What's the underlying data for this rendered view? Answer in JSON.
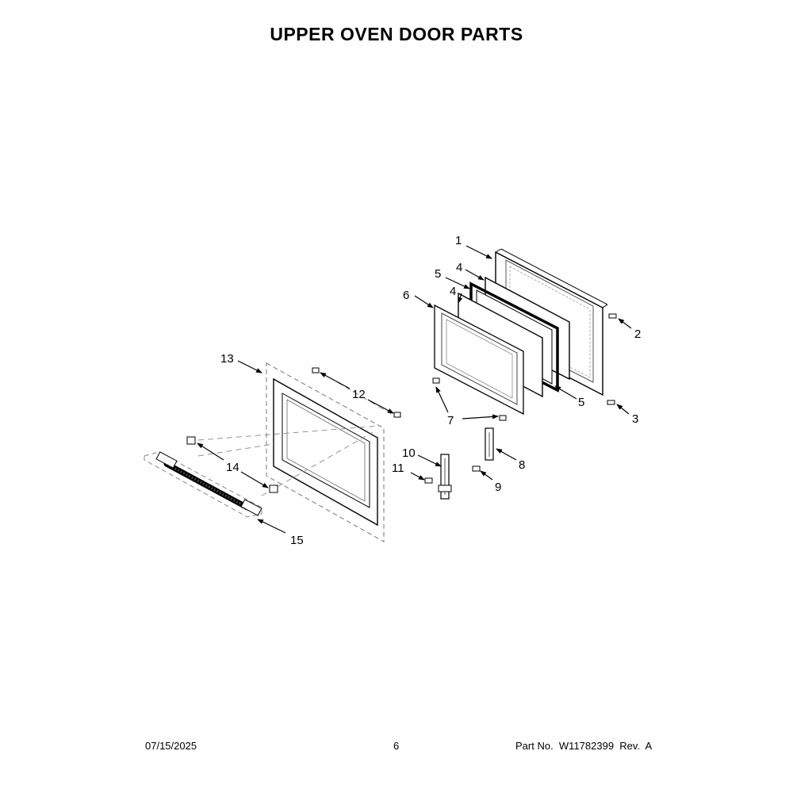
{
  "title": "UPPER OVEN DOOR PARTS",
  "callouts": {
    "c1": "1",
    "c2": "2",
    "c3": "3",
    "c4a": "4",
    "c4b": "4",
    "c5a": "5",
    "c5b": "5",
    "c6": "6",
    "c7": "7",
    "c8": "8",
    "c9": "9",
    "c10": "10",
    "c11": "11",
    "c12": "12",
    "c13": "13",
    "c14": "14",
    "c15": "15"
  },
  "footer": {
    "date": "07/15/2025",
    "page": "6",
    "part": "Part No.  W11782399  Rev.  A"
  }
}
